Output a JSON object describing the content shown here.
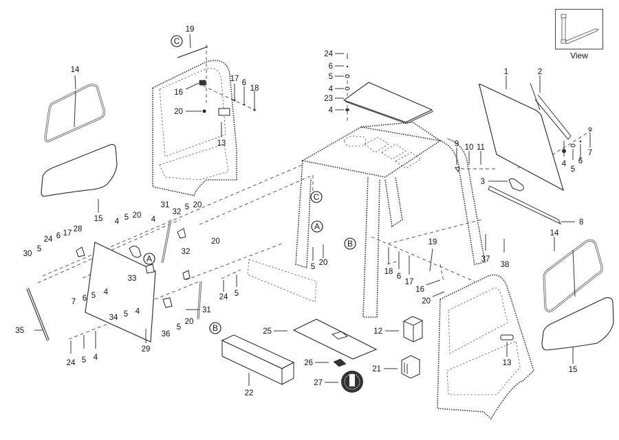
{
  "diagram": {
    "type": "exploded-parts-diagram",
    "subject": "Forklift operator cab assembly",
    "view_inset": {
      "label": "View",
      "icon": "forklift-fork-icon"
    },
    "callouts": [
      "A",
      "B",
      "C"
    ],
    "labels": {
      "l1": "1",
      "l2": "2",
      "l3": "3",
      "l4a": "4",
      "l5a": "5",
      "l6a": "6",
      "l7a": "7",
      "l8": "8",
      "l9": "9",
      "l10": "10",
      "l11": "11",
      "top24": "24",
      "top6": "6",
      "top5": "5",
      "top4a": "4",
      "top23": "23",
      "top4b": "4",
      "d19": "19",
      "d17": "17",
      "d6": "6",
      "d18": "18",
      "d16": "16",
      "d20": "20",
      "d13": "13",
      "w14l": "14",
      "w15l": "15",
      "r14": "14",
      "r15": "15",
      "r13": "13",
      "r37": "37",
      "r38": "38",
      "rd19": "19",
      "rd18": "18",
      "rd6": "6",
      "rd17": "17",
      "rd16": "16",
      "rd20": "20",
      "c5": "5",
      "c20": "20",
      "g4a": "4",
      "g5a": "5",
      "g20a": "20",
      "g4b": "4",
      "g31a": "31",
      "g32a": "32",
      "g5b": "5",
      "g20b": "20",
      "g20c": "20",
      "g30": "30",
      "g5c": "5",
      "g24a": "24",
      "g6a": "6",
      "g17": "17",
      "g28": "28",
      "g33": "33",
      "g32b": "32",
      "g7": "7",
      "g6b": "6",
      "g5d": "5",
      "g4c": "4",
      "g34": "34",
      "g5e": "5",
      "g4d": "4",
      "g36": "36",
      "g5f": "5",
      "g20d": "20",
      "g31b": "31",
      "g35": "35",
      "g24b": "24",
      "g5g": "5",
      "g4e": "4",
      "g29": "29",
      "m24": "24",
      "m5": "5",
      "p25": "25",
      "p26": "26",
      "p27": "27",
      "p22": "22",
      "p12": "12",
      "p21": "21"
    },
    "part_numbers": [
      "1",
      "2",
      "3",
      "4",
      "5",
      "6",
      "7",
      "8",
      "9",
      "10",
      "11",
      "12",
      "13",
      "14",
      "15",
      "16",
      "17",
      "18",
      "19",
      "20",
      "21",
      "22",
      "23",
      "24",
      "25",
      "26",
      "27",
      "28",
      "29",
      "30",
      "31",
      "32",
      "33",
      "34",
      "35",
      "36",
      "37",
      "38"
    ]
  }
}
